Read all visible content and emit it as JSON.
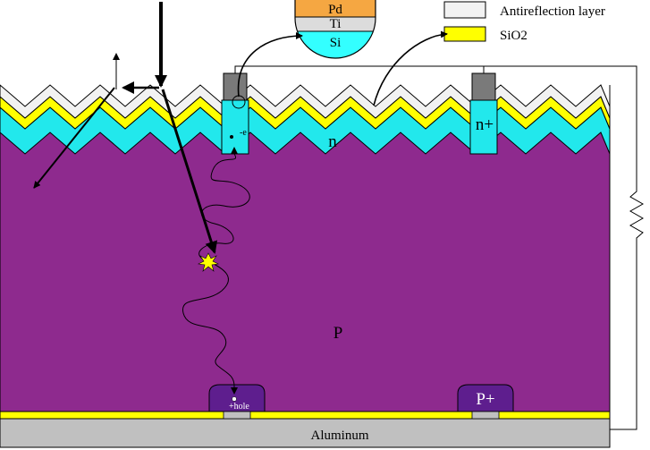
{
  "legend": {
    "antireflection": {
      "label": "Antireflection layer",
      "color": "#f2f2f2"
    },
    "sio2": {
      "label": "SiO2",
      "color": "#ffff00"
    }
  },
  "contact_detail": {
    "pd": {
      "label": "Pd",
      "color": "#f5a742"
    },
    "ti": {
      "label": "Ti",
      "color": "#dcdcdc"
    },
    "si": {
      "label": "Si",
      "color": "#33ffff"
    }
  },
  "regions": {
    "n": {
      "label": "n",
      "color": "#22e8ec"
    },
    "n_plus": {
      "label": "n+"
    },
    "p": {
      "label": "P",
      "color": "#8e2a8e"
    },
    "p_plus": {
      "label": "P+",
      "color": "#5e1e8e"
    },
    "aluminum": {
      "label": "Aluminum",
      "color": "#c0c0c0"
    }
  },
  "carriers": {
    "electron": "-e",
    "hole": "+hole"
  },
  "icons": [
    "incoming-light-arrow",
    "reflected-light-arrow",
    "refracted-light-arrow",
    "electron-hole-generation-starburst",
    "load-resistor"
  ]
}
